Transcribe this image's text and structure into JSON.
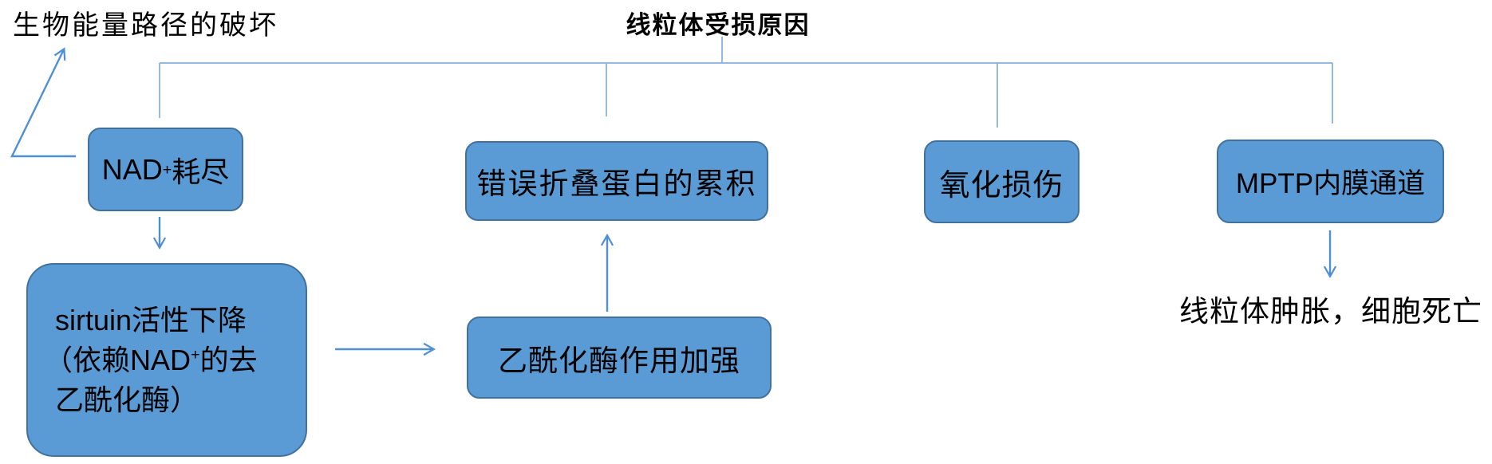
{
  "header": {
    "title": "线粒体受损原因"
  },
  "annotations": {
    "bioenergy_disruption": "生物能量路径的破坏",
    "swelling_death": "线粒体肿胀，细胞死亡"
  },
  "nodes": {
    "nad_depletion": {
      "pre": "NAD",
      "sup": "+",
      "post": "耗尽"
    },
    "misfolded_protein": {
      "label": "错误折叠蛋白的累积"
    },
    "oxidative_damage": {
      "label": "氧化损伤"
    },
    "mptp_channel": {
      "label": "MPTP内膜通道"
    },
    "sirtuin_decline": {
      "line1": "sirtuin活性下降",
      "line2_pre": "（依赖NAD",
      "line2_sup": "+",
      "line2_post": "的去",
      "line3": "乙酰化酶）"
    },
    "acetylase_enhanced": {
      "label": "乙酰化酶作用加强"
    }
  },
  "colors": {
    "box_fill": "#5b9bd5",
    "box_border": "#41719c",
    "connector_line": "#85aedd",
    "arrow_line": "#4f8fd6",
    "text": "#000000",
    "background": "#ffffff"
  }
}
